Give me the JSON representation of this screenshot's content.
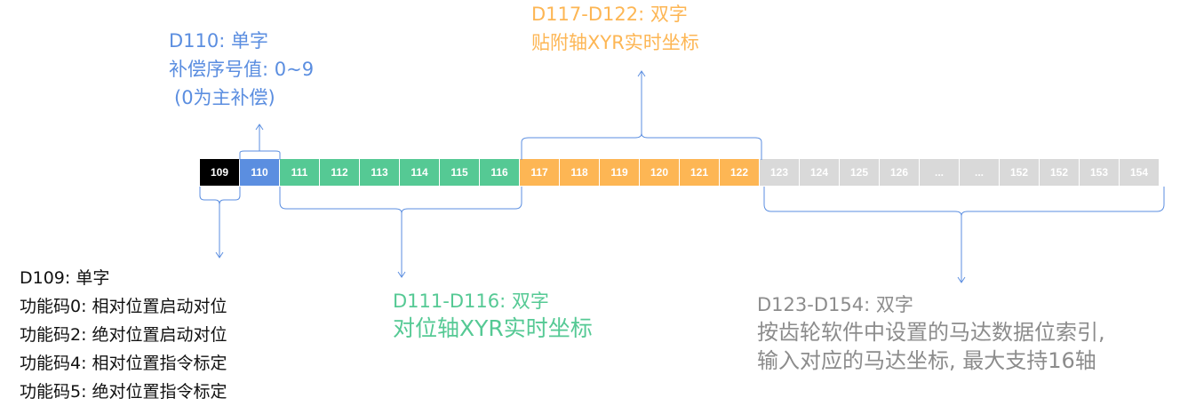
{
  "colors": {
    "black": "#000000",
    "blue": "#5b8ee0",
    "green": "#55c994",
    "orange": "#fdb654",
    "gray": "#d9d9d9",
    "line": "#5b8ee0"
  },
  "cells": [
    {
      "label": "109",
      "group": "black"
    },
    {
      "label": "110",
      "group": "blue"
    },
    {
      "label": "111",
      "group": "green"
    },
    {
      "label": "112",
      "group": "green"
    },
    {
      "label": "113",
      "group": "green"
    },
    {
      "label": "114",
      "group": "green"
    },
    {
      "label": "115",
      "group": "green"
    },
    {
      "label": "116",
      "group": "green"
    },
    {
      "label": "117",
      "group": "orange"
    },
    {
      "label": "118",
      "group": "orange"
    },
    {
      "label": "119",
      "group": "orange"
    },
    {
      "label": "120",
      "group": "orange"
    },
    {
      "label": "121",
      "group": "orange"
    },
    {
      "label": "122",
      "group": "orange"
    },
    {
      "label": "123",
      "group": "gray"
    },
    {
      "label": "124",
      "group": "gray"
    },
    {
      "label": "125",
      "group": "gray"
    },
    {
      "label": "126",
      "group": "gray"
    },
    {
      "label": "...",
      "group": "gray"
    },
    {
      "label": "...",
      "group": "gray"
    },
    {
      "label": "152",
      "group": "gray"
    },
    {
      "label": "152",
      "group": "gray"
    },
    {
      "label": "153",
      "group": "gray"
    },
    {
      "label": "154",
      "group": "gray"
    }
  ],
  "d110": {
    "lines": [
      "D110: 单字",
      "补偿序号值: 0~9",
      "(0为主补偿)"
    ]
  },
  "d117": {
    "lines": [
      "D117-D122: 双字",
      "贴附轴XYR实时坐标"
    ]
  },
  "d109": {
    "lines": [
      "D109: 单字",
      "功能码0: 相对位置启动对位",
      "功能码2: 绝对位置启动对位",
      "功能码4: 相对位置指令标定",
      "功能码5: 绝对位置指令标定"
    ]
  },
  "d111": {
    "lines": [
      "D111-D116: 双字",
      "对位轴XYR实时坐标"
    ]
  },
  "d123": {
    "lines": [
      "D123-D154: 双字",
      "按齿轮软件中设置的马达数据位索引,",
      "输入对应的马达坐标, 最大支持16轴"
    ]
  }
}
